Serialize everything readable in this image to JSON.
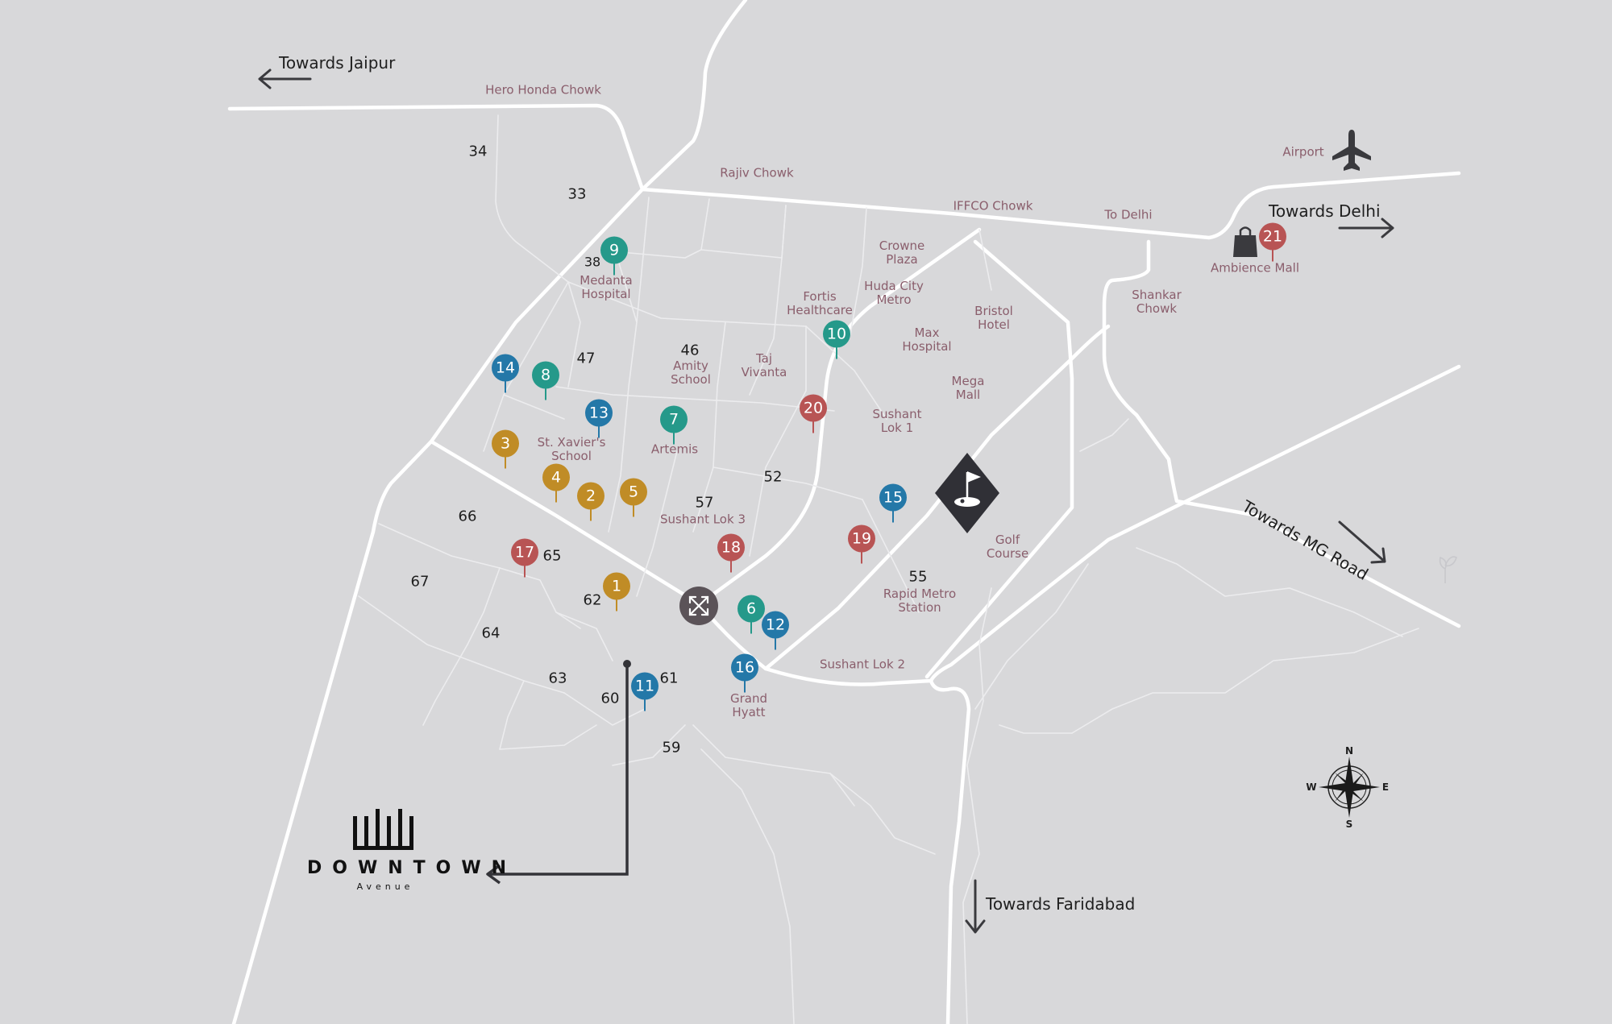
{
  "colors": {
    "background": "#d8d8da",
    "road": "#ffffff",
    "minor_road": "#ececee",
    "label": "#8a5e6c",
    "sector": "#1e1e1e",
    "teal": "#25998a",
    "blue": "#2478a8",
    "orange": "#c08c26",
    "red": "#b85454",
    "dark": "#303036"
  },
  "directions": [
    {
      "id": "jaipur",
      "text": "Towards Jaipur",
      "arrow": "west"
    },
    {
      "id": "delhi",
      "text": "Towards Delhi",
      "arrow": "east"
    },
    {
      "id": "mgroad",
      "text": "Towards MG Road",
      "arrow": "south-east"
    },
    {
      "id": "faridabad",
      "text": "Towards Faridabad",
      "arrow": "south"
    }
  ],
  "landmarks": [
    {
      "id": "hero-honda-chowk",
      "text": "Hero Honda Chowk"
    },
    {
      "id": "rajiv-chowk",
      "text": "Rajiv Chowk"
    },
    {
      "id": "iffco-chowk",
      "text": "IFFCO Chowk"
    },
    {
      "id": "to-delhi",
      "text": "To Delhi"
    },
    {
      "id": "airport",
      "text": "Airport"
    },
    {
      "id": "ambience-mall",
      "text": "Ambience Mall"
    },
    {
      "id": "shankar-chowk",
      "text": "Shankar\nChowk"
    },
    {
      "id": "crowne-plaza",
      "text": "Crowne\nPlaza"
    },
    {
      "id": "huda-city-metro",
      "text": "Huda City\nMetro"
    },
    {
      "id": "bristol-hotel",
      "text": "Bristol\nHotel"
    },
    {
      "id": "fortis-healthcare",
      "text": "Fortis\nHealthcare"
    },
    {
      "id": "max-hospital",
      "text": "Max\nHospital"
    },
    {
      "id": "medanta-hospital",
      "text": "Medanta\nHospital"
    },
    {
      "id": "amity-school",
      "text": "Amity\nSchool"
    },
    {
      "id": "taj-vivanta",
      "text": "Taj\nVivanta"
    },
    {
      "id": "mega-mall",
      "text": "Mega\nMall"
    },
    {
      "id": "sushant-lok-1",
      "text": "Sushant\nLok 1"
    },
    {
      "id": "st-xaviers-school",
      "text": "St. Xavier's\nSchool"
    },
    {
      "id": "artemis",
      "text": "Artemis"
    },
    {
      "id": "sushant-lok-3",
      "text": "Sushant Lok 3"
    },
    {
      "id": "golf-course",
      "text": "Golf\nCourse"
    },
    {
      "id": "rapid-metro-station",
      "text": "Rapid Metro\nStation"
    },
    {
      "id": "sushant-lok-2",
      "text": "Sushant Lok 2"
    },
    {
      "id": "grand-hyatt",
      "text": "Grand\nHyatt"
    }
  ],
  "sectors": [
    "34",
    "33",
    "38",
    "47",
    "46",
    "52",
    "57",
    "66",
    "65",
    "67",
    "62",
    "64",
    "63",
    "61",
    "60",
    "59",
    "55"
  ],
  "pins": [
    {
      "n": "1",
      "color": "orange"
    },
    {
      "n": "2",
      "color": "orange"
    },
    {
      "n": "3",
      "color": "orange"
    },
    {
      "n": "4",
      "color": "orange"
    },
    {
      "n": "5",
      "color": "orange"
    },
    {
      "n": "6",
      "color": "teal"
    },
    {
      "n": "7",
      "color": "teal"
    },
    {
      "n": "8",
      "color": "teal"
    },
    {
      "n": "9",
      "color": "teal"
    },
    {
      "n": "10",
      "color": "teal"
    },
    {
      "n": "11",
      "color": "blue"
    },
    {
      "n": "12",
      "color": "blue"
    },
    {
      "n": "13",
      "color": "blue"
    },
    {
      "n": "14",
      "color": "blue"
    },
    {
      "n": "15",
      "color": "blue"
    },
    {
      "n": "16",
      "color": "blue"
    },
    {
      "n": "17",
      "color": "red"
    },
    {
      "n": "18",
      "color": "red"
    },
    {
      "n": "19",
      "color": "red"
    },
    {
      "n": "20",
      "color": "red"
    },
    {
      "n": "21",
      "color": "red"
    }
  ],
  "brand": {
    "name": "DOWNTOWN",
    "tagline": "Avenue"
  },
  "compass": {
    "n": "N",
    "s": "S",
    "e": "E",
    "w": "W"
  },
  "icons": [
    "airplane-icon",
    "shopping-bag-icon",
    "golf-flag-icon",
    "expand-arrows-icon",
    "compass-icon",
    "brand-logo-icon",
    "leaf-icon"
  ]
}
